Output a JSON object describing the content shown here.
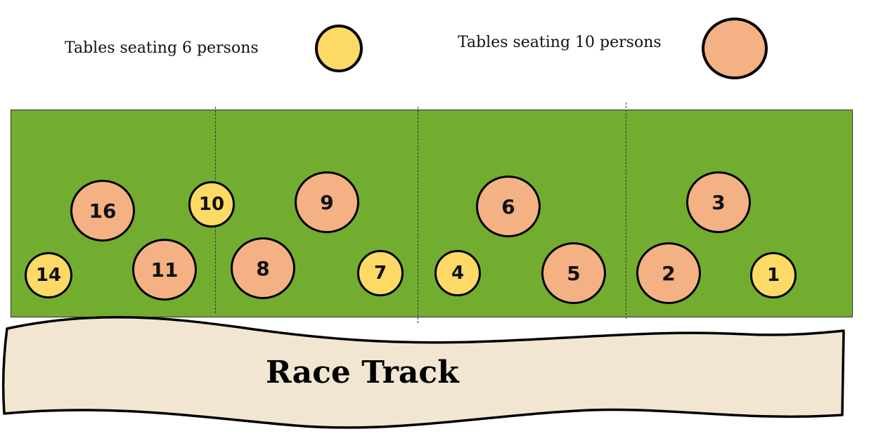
{
  "legend": {
    "small": {
      "label": "Tables seating 6 persons",
      "color": "#fdd966"
    },
    "large": {
      "label": "Tables seating 10 persons",
      "color": "#f4b183"
    }
  },
  "field": {
    "color": "#72ad2f"
  },
  "track": {
    "label": "Race Track",
    "color": "#f2e6d3"
  },
  "tables": [
    {
      "number": "16",
      "size": "large"
    },
    {
      "number": "10",
      "size": "small"
    },
    {
      "number": "9",
      "size": "large"
    },
    {
      "number": "14",
      "size": "small"
    },
    {
      "number": "11",
      "size": "large"
    },
    {
      "number": "8",
      "size": "large"
    },
    {
      "number": "7",
      "size": "small"
    },
    {
      "number": "6",
      "size": "large"
    },
    {
      "number": "4",
      "size": "small"
    },
    {
      "number": "5",
      "size": "large"
    },
    {
      "number": "3",
      "size": "large"
    },
    {
      "number": "2",
      "size": "large"
    },
    {
      "number": "1",
      "size": "small"
    }
  ]
}
